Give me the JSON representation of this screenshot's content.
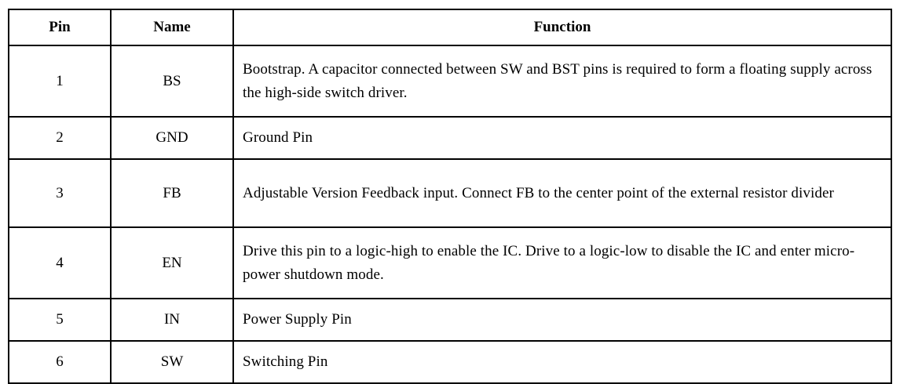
{
  "table": {
    "caption": "",
    "columns": [
      {
        "key": "pin",
        "label": "Pin"
      },
      {
        "key": "name",
        "label": "Name"
      },
      {
        "key": "function",
        "label": "Function"
      }
    ],
    "rows": [
      {
        "pin": "1",
        "name": "BS",
        "function": "Bootstrap. A capacitor connected between SW and BST pins is required to form a floating supply across the high-side switch driver."
      },
      {
        "pin": "2",
        "name": "GND",
        "function": "Ground Pin"
      },
      {
        "pin": "3",
        "name": "FB",
        "function": "Adjustable Version Feedback input. Connect FB to the center point of the external resistor divider"
      },
      {
        "pin": "4",
        "name": "EN",
        "function": "Drive this pin to a logic-high to enable the IC. Drive to a logic-low to disable the IC and enter micro-power shutdown mode."
      },
      {
        "pin": "5",
        "name": "IN",
        "function": "Power Supply Pin"
      },
      {
        "pin": "6",
        "name": "SW",
        "function": "Switching Pin"
      }
    ]
  },
  "colors": {
    "border": "#000000",
    "text": "#000000",
    "background": "#ffffff"
  }
}
